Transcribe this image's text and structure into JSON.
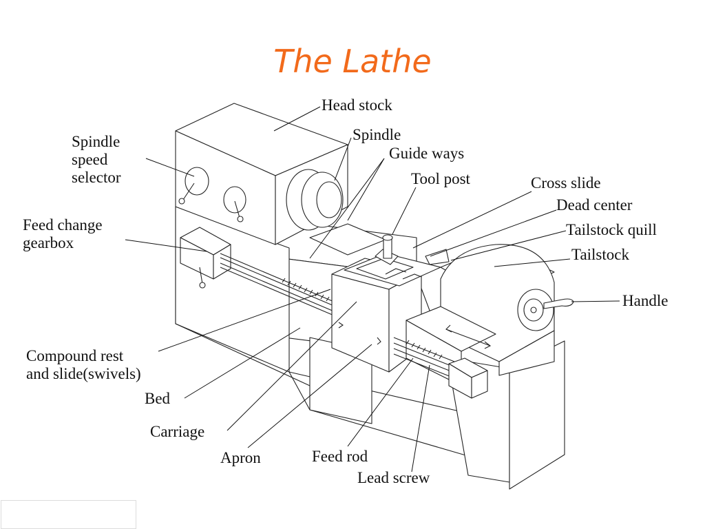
{
  "slide": {
    "title": "The Lathe",
    "accent_color": "#f26a1b"
  },
  "labels": {
    "head_stock": "Head stock",
    "spindle": "Spindle",
    "guide_ways": "Guide ways",
    "spindle_speed_selector": [
      "Spindle",
      "speed",
      "selector"
    ],
    "tool_post": "Tool post",
    "cross_slide": "Cross slide",
    "dead_center": "Dead center",
    "feed_change_gearbox": [
      "Feed change",
      "gearbox"
    ],
    "tailstock_quill": "Tailstock quill",
    "tailstock": "Tailstock",
    "handle": "Handle",
    "compound_rest": [
      "Compound rest",
      "and slide(swivels)"
    ],
    "bed": "Bed",
    "carriage": "Carriage",
    "apron": "Apron",
    "feed_rod": "Feed rod",
    "lead_screw": "Lead screw"
  }
}
